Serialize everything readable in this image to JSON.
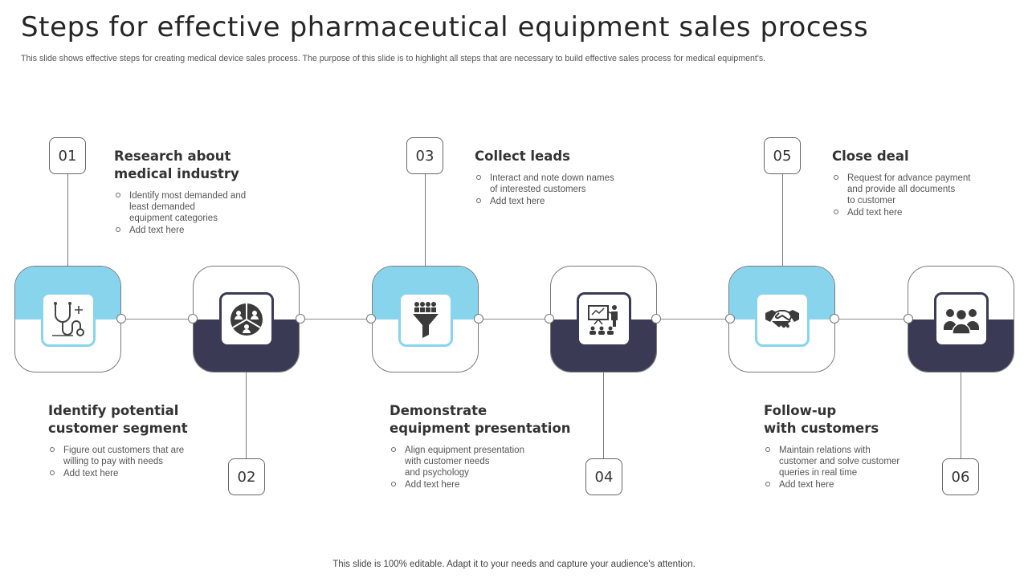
{
  "title": "Steps for effective pharmaceutical equipment sales process",
  "subtitle": "This slide shows effective steps for creating medical device sales process. The purpose of this slide is to highlight all steps that are necessary to build effective  sales process for medical equipment's.",
  "footer": "This slide is 100% editable. Adapt it to your needs and capture your audience's attention.",
  "colors": {
    "light": "#87d4ec",
    "dark": "#3b3a55",
    "line": "#7a7a7a"
  },
  "steps": [
    {
      "number": "01",
      "title": "Research about\nmedical industry",
      "icon": "stethoscope-icon",
      "bullets": [
        "Identify most demanded and\nleast demanded\nequipment categories",
        "Add text here"
      ]
    },
    {
      "number": "02",
      "title": "Identify potential\ncustomer segment",
      "icon": "customer-segment-icon",
      "bullets": [
        "Figure out customers that are\nwilling to pay with needs",
        "Add text here"
      ]
    },
    {
      "number": "03",
      "title": "Collect leads",
      "icon": "lead-funnel-icon",
      "bullets": [
        "Interact and note down names\nof interested customers",
        "Add text here"
      ]
    },
    {
      "number": "04",
      "title": "Demonstrate\nequipment  presentation",
      "icon": "presentation-icon",
      "bullets": [
        "Align equipment presentation\nwith customer needs\nand psychology",
        "Add text here"
      ]
    },
    {
      "number": "05",
      "title": "Close deal",
      "icon": "handshake-icon",
      "bullets": [
        "Request for advance payment\nand provide all documents\nto customer",
        "Add text here"
      ]
    },
    {
      "number": "06",
      "title": "Follow-up\nwith customers",
      "icon": "team-icon",
      "bullets": [
        "Maintain relations with\ncustomer and solve customer\nqueries in real time",
        "Add text here"
      ]
    }
  ]
}
